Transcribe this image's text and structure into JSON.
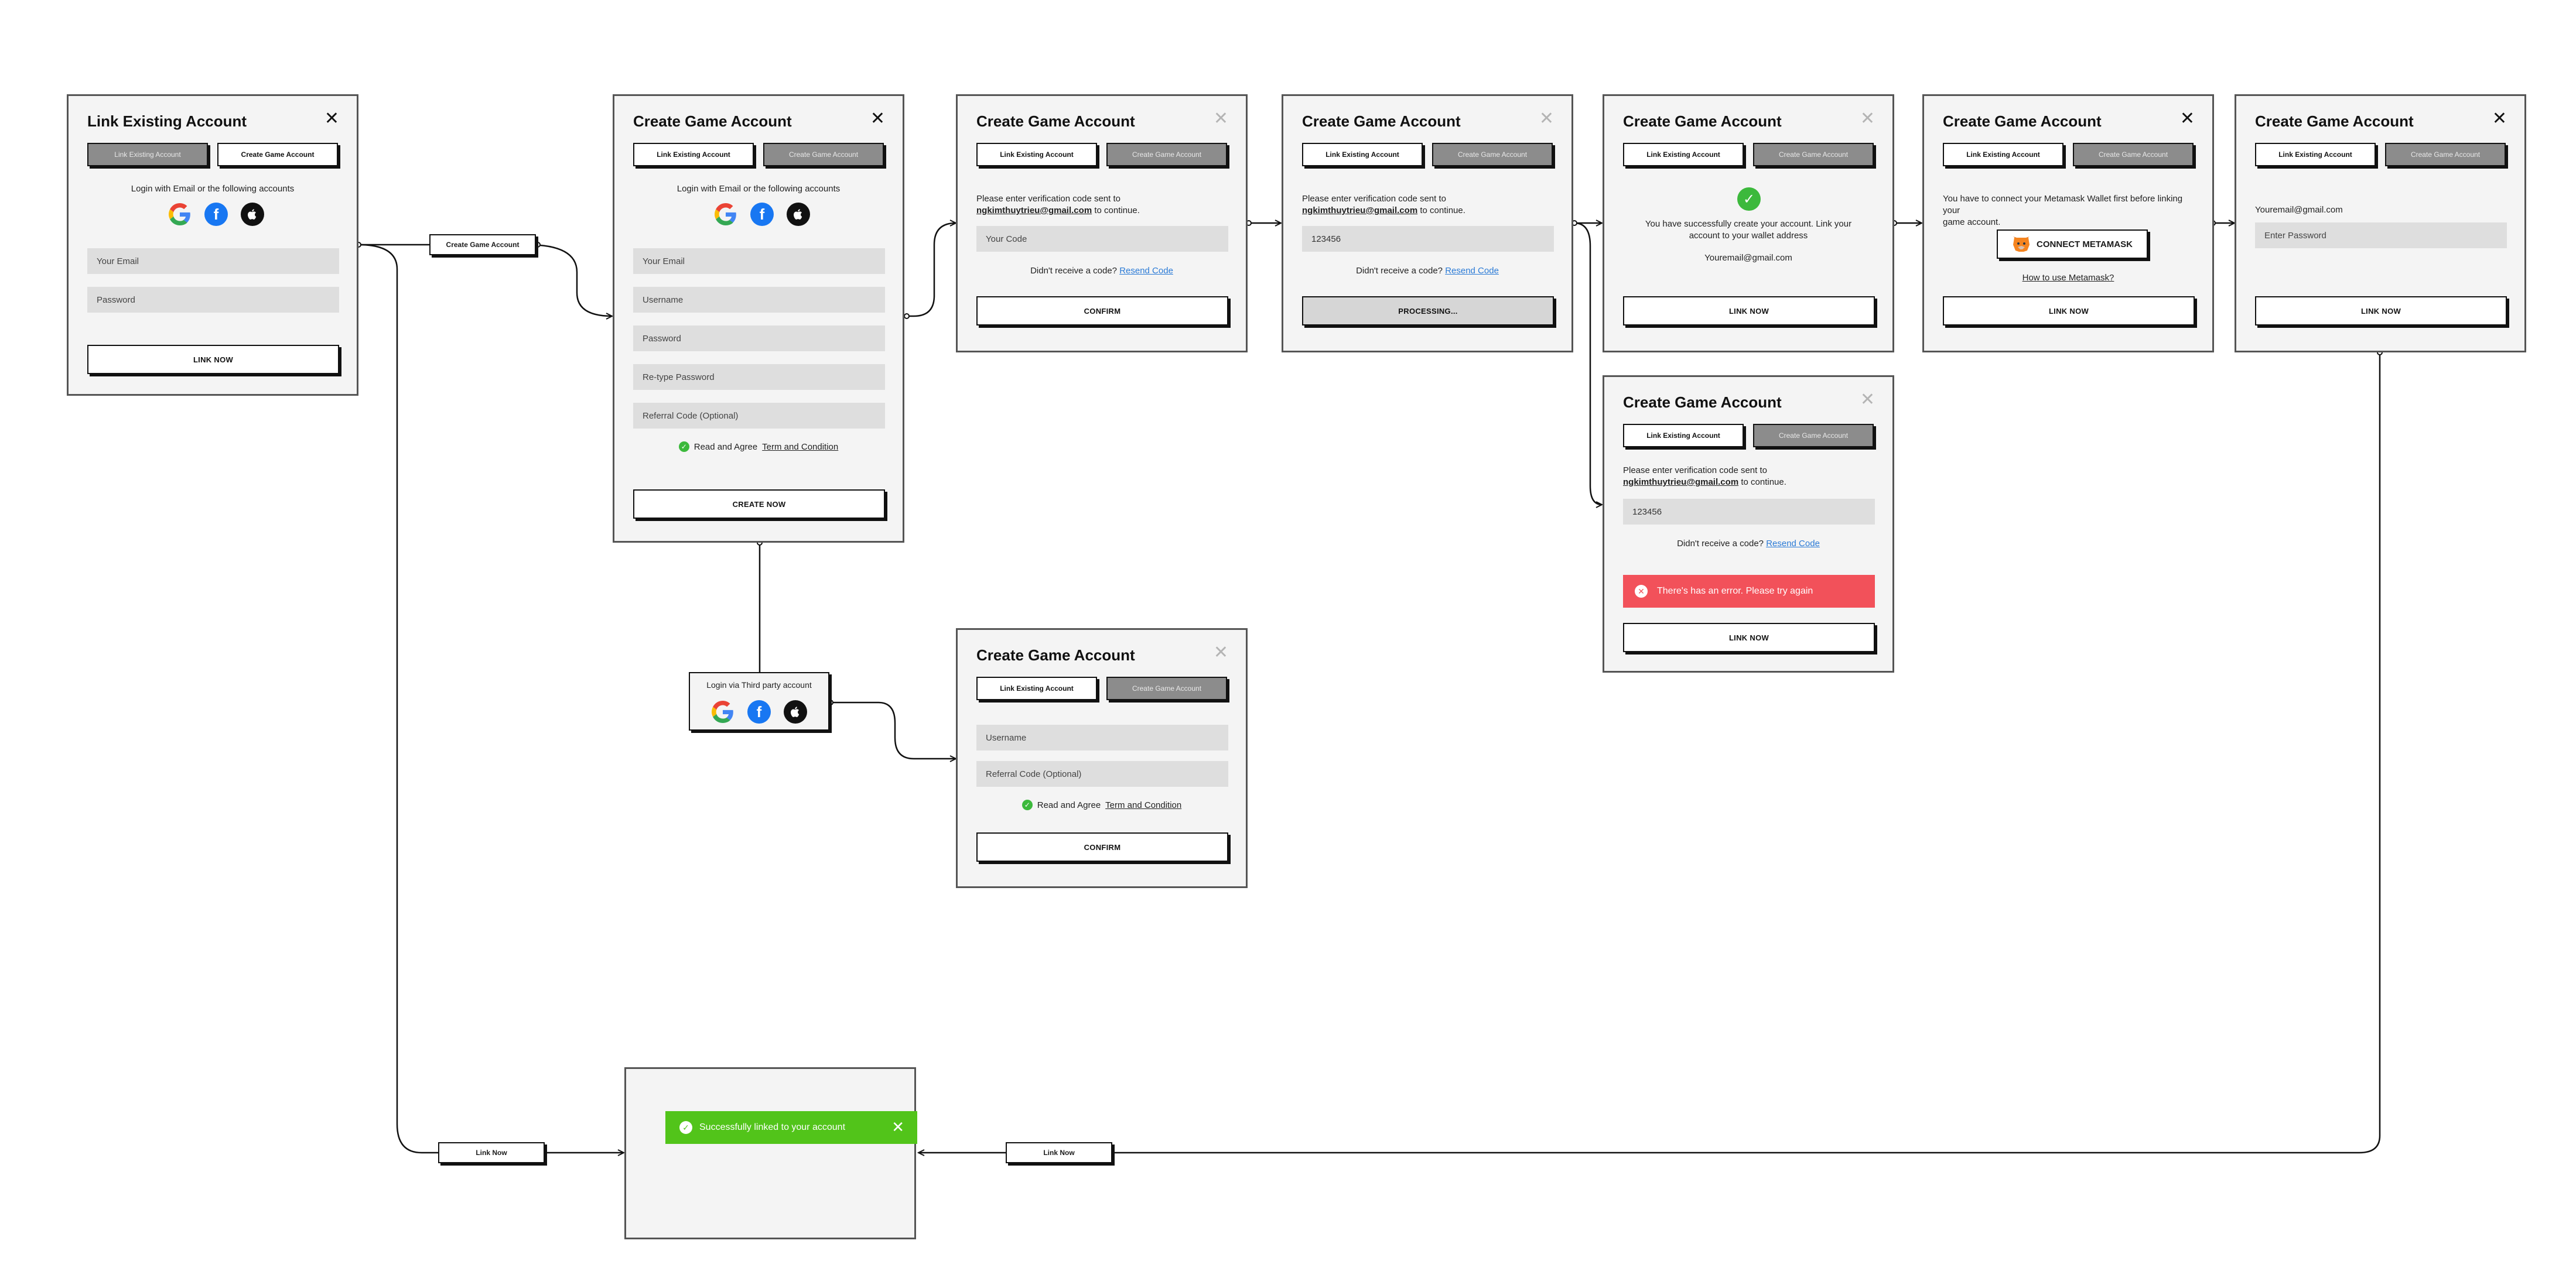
{
  "colors": {
    "panel_bg": "#f4f4f4",
    "field_bg": "#dedede",
    "tab_inactive": "#8c8c8c",
    "error": "#f2515a",
    "success": "#52c41a",
    "check": "#3cb93c",
    "link": "#2a7ad6",
    "facebook": "#1877f2"
  },
  "common": {
    "tab_link": "Link Existing Account",
    "tab_create": "Create Game Account",
    "create_title": "Create Game Account",
    "login_with": "Login with Email or the following accounts",
    "your_email": "Your Email",
    "didnt_receive": "Didn't receive a code?",
    "resend": "Resend Code",
    "verify_prefix": "Please enter verification code sent to",
    "verify_email": "ngkimthuytrieu@gmail.com",
    "verify_suffix": "to continue.",
    "link_now": "LINK NOW",
    "confirm": "CONFIRM",
    "read_agree": "Read and Agree",
    "term": "Term and Condition",
    "referral": "Referral Code (Optional)",
    "username": "Username",
    "code_value": "123456",
    "icons": [
      "google-icon",
      "facebook-icon",
      "apple-icon",
      "close-icon",
      "check-icon",
      "error-icon",
      "fox-icon"
    ]
  },
  "screens": {
    "link_existing": {
      "title": "Link Existing Account",
      "password": "Password",
      "button": "LINK NOW"
    },
    "create_form": {
      "password": "Password",
      "retype": "Re-type Password",
      "button": "CREATE NOW"
    },
    "verify": {
      "code_placeholder": "Your Code"
    },
    "processing": {
      "button": "PROCESSING..."
    },
    "success": {
      "message_line1": "You have successfully create your account. Link your",
      "message_line2": "account to your wallet address",
      "email": "Youremail@gmail.com"
    },
    "metamask": {
      "message_line1": "You have to connect your Metamask Wallet first before linking your",
      "message_line2": "game account.",
      "connect": "CONNECT METAMASK",
      "how_to": "How to use Metamask?"
    },
    "enter_password": {
      "email": "Youremail@gmail.com",
      "password_placeholder": "Enter Password"
    },
    "error": {
      "message": "There's has an error. Please try again"
    },
    "third_party": {
      "title": "Login via Third party account"
    },
    "toast": {
      "message": "Successfully linked to your account"
    }
  },
  "flow_labels": {
    "create_game_account": "Create Game Account",
    "link_now_left": "Link Now",
    "link_now_right": "Link Now"
  }
}
